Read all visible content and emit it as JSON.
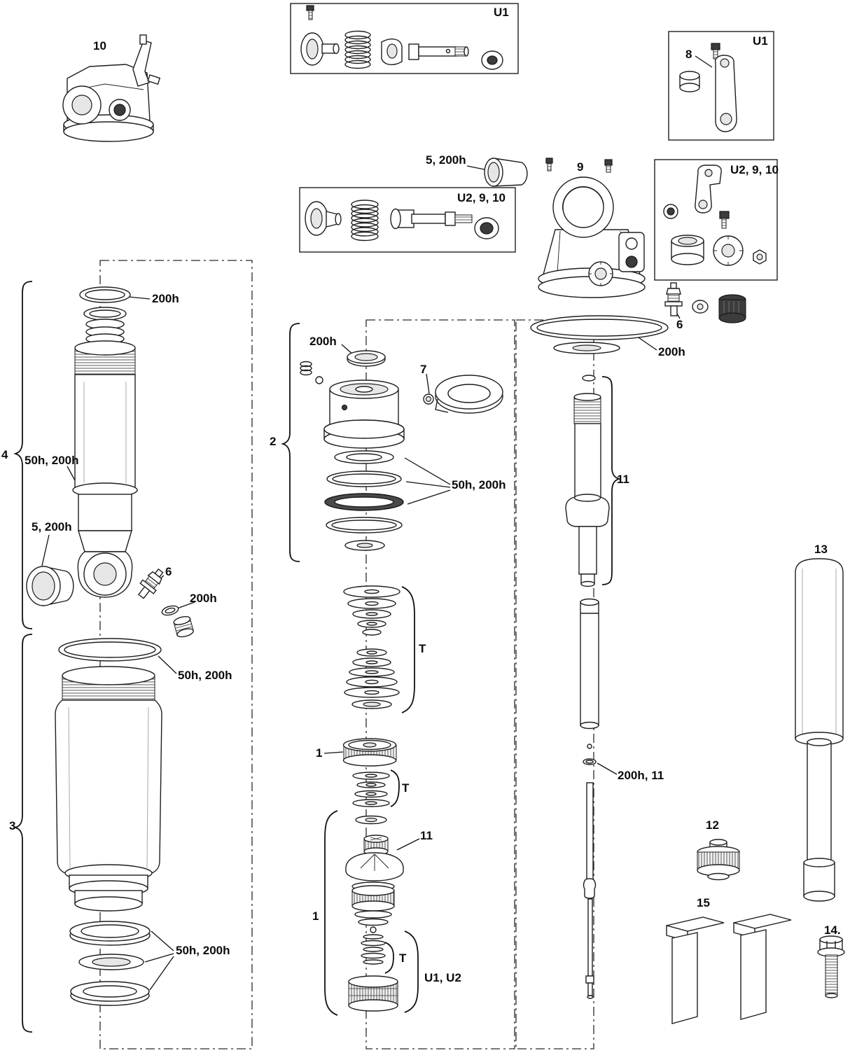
{
  "diagram": {
    "background": "#ffffff",
    "line_color": "#1e1e1e",
    "description_type": "exploded-parts-diagram"
  },
  "labels": {
    "part10": "10",
    "u1_box_top": "U1",
    "u1_box_right": "U1",
    "part8": "8",
    "bushing_top": "5, 200h",
    "part9": "9",
    "u2910_box_center": "U2, 9, 10",
    "u2910_box_right": "U2, 9, 10",
    "part6_right": "6",
    "oring_right": "200h",
    "oring_left_top": "200h",
    "part4": "4",
    "seal_left_upper": "50h, 200h",
    "bushing_left": "5, 200h",
    "part6_left": "6",
    "oring_left_mid": "200h",
    "seal_left_mid": "50h, 200h",
    "part3": "3",
    "seal_left_bottom": "50h, 200h",
    "oring_center": "200h",
    "part2": "2",
    "part7": "7",
    "seal_center": "50h, 200h",
    "shim_t_center": "T",
    "part1_upper": "1",
    "shim_t_small": "T",
    "part11_center": "11",
    "part1_lower": "1",
    "shim_t_bottom": "T",
    "u1_u2": "U1, U2",
    "part11_right": "11",
    "oring_200h_11": "200h, 11",
    "part12": "12",
    "part13": "13",
    "part15": "15",
    "part14": "14."
  }
}
